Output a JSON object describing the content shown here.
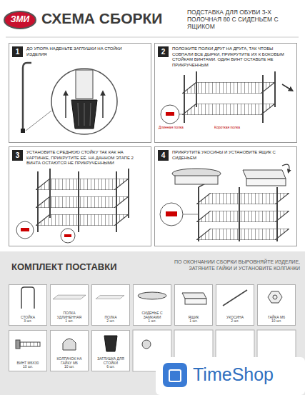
{
  "diagram": {
    "title": "СХЕМА СБОРКИ",
    "nodes": [
      {
        "text": [
          "1",
          "ДО УПОРА НАДЕНЬТЕ ЗАГЛУШКИ НА СТОЙКИ ИЗДЕЛИЯ"
        ]
      },
      {
        "text": [
          "2",
          "ПОЛОЖИТЕ ПОЛКИ ДРУГ НА ДРУГА, ТАК ЧТОБЫ СОВПАЛИ ВСЕ ДЫРКИ, ПРИКРУТИТЕ ИХ К БОКОВЫМ СТОЙКАМ ВИНТАМИ. ОДИН ВИНТ ОСТАВЬТЕ НЕ ПРИКРУЧЕННЫМ"
        ]
      },
      {
        "text": [
          "3",
          "УСТАНОВИТЕ СРЕДНЮЮ СТОЙКУ ТАК КАК НА КАРТИНКЕ, ПРИКРУТИТЕ ЕЁ. НА ДАННОМ ЭТАПЕ 2 ВИНТА ОСТАЮТСЯ НЕ ПРИКРУЧЕННЫМИ"
        ]
      },
      {
        "text": [
          "4",
          "ПРИКРУТИТЕ УКОСИНЫ И УСТАНОВИТЕ ЯЩИК С СИДЕНЬЕМ"
        ]
      },
      {
        "text": [
          "СТОЙКА",
          "3 шт."
        ]
      },
      {
        "text": [
          "ПОЛКА УДЛИНЕННАЯ",
          "1 шт."
        ]
      },
      {
        "text": [
          "ПОЛКА",
          "2 шт."
        ]
      },
      {
        "text": [
          "СИДЕНЬЕ С ЗАМКАМИ",
          "1 шт."
        ]
      },
      {
        "text": [
          "ЯЩИК",
          "1 шт."
        ]
      },
      {
        "text": [
          "УКОСИНА",
          "2 шт."
        ]
      },
      {
        "text": [
          "ГАЙКА М6",
          "10 шт."
        ]
      },
      {
        "text": [
          "ВИНТ М6Х30",
          "10 шт."
        ]
      },
      {
        "text": [
          "КОЛПАЧОК НА ГАЙКУ М6",
          "10 шт."
        ]
      },
      {
        "text": [
          "ЗАГЛУШКА ДЛЯ СТОЙКИ",
          "6 шт."
        ]
      }
    ],
    "labels": [
      "ЗМИ",
      "ПОДСТАВКА ДЛЯ ОБУВИ 3-Х ПОЛОЧНАЯ 80 С СИДЕНЬЕМ С ЯЩИКОМ",
      "Длинная полка",
      "Короткая полка",
      "КОМПЛЕКТ ПОСТАВКИ",
      "ПО ОКОНЧАНИИ СБОРКИ ВЫРОВНЯЙТЕ ИЗДЕЛИЕ, ЗАТЯНИТЕ ГАЙКИ И УСТАНОВИТЕ КОЛПАЧКИ",
      "TimeShop"
    ]
  }
}
